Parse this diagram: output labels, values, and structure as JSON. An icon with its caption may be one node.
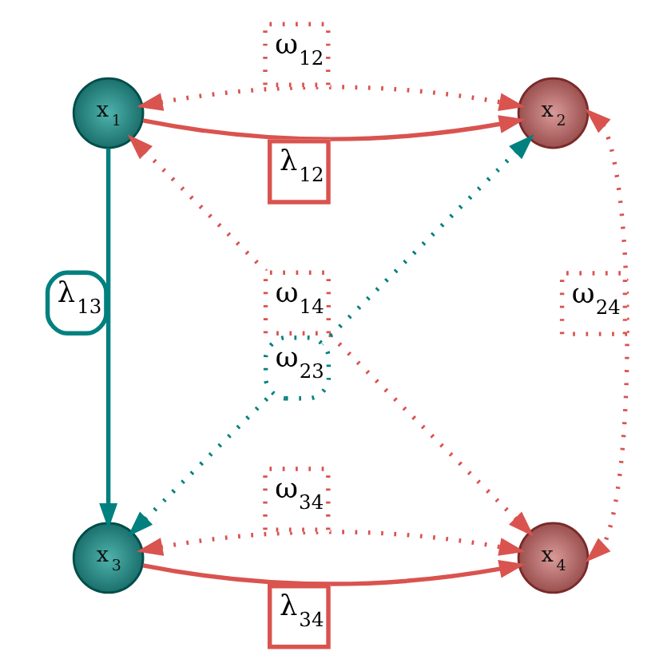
{
  "diagram": {
    "nodes": [
      {
        "text": [
          "x$_{1}$"
        ]
      },
      {
        "text": [
          "x$_{2}$"
        ]
      },
      {
        "text": [
          "x$_{3}$"
        ]
      },
      {
        "text": [
          "x$_{4}$"
        ]
      }
    ],
    "edges": [
      {
        "from": 0,
        "to": 1,
        "arrow": "to",
        "label": "λ$_{12}$"
      },
      {
        "from": 0,
        "to": 1,
        "arrow": "both",
        "label": "ω$_{12}$",
        "style": "dashed"
      },
      {
        "from": 0,
        "to": 2,
        "arrow": "to",
        "label": "λ$_{13}$",
        "color": "#00807f"
      },
      {
        "from": 1,
        "to": 2,
        "arrow": "both",
        "label": "ω$_{23}$",
        "style": "dashed",
        "color": "#00807f"
      },
      {
        "from": 0,
        "to": 3,
        "arrow": "both",
        "label": "ω$_{14}$",
        "style": "dashed"
      },
      {
        "from": 1,
        "to": 3,
        "arrow": "both",
        "label": "ω$_{24}$",
        "style": "dashed"
      },
      {
        "from": 2,
        "to": 3,
        "arrow": "to",
        "label": "λ$_{34}$"
      },
      {
        "from": 2,
        "to": 3,
        "arrow": "both",
        "label": "ω$_{34}$",
        "style": "dashed"
      }
    ]
  }
}
